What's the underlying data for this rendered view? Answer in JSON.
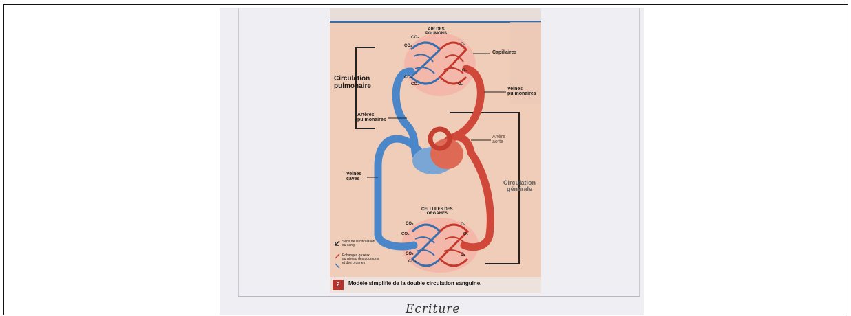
{
  "diagram": {
    "air_poumons": "AIR DES\nPOUMONS",
    "capillaires": "Capillaires",
    "circulation_pulmonaire": "Circulation\npulmonaire",
    "veines_pulmonaires": "Veines\npulmonaires",
    "arteres_pulmonaires": "Artères\npulmonaires",
    "artere_aorte": "Artère\naorte",
    "veines_caves": "Veines\ncaves",
    "circulation_generale": "Circulation\ngénérale",
    "cellules_organes": "CELLULES DES\nORGANES",
    "co2": "CO₂",
    "o2": "O₂",
    "legend_sens": "Sens de la circulation\ndu sang",
    "legend_echanges": "Échanges gazeux\nau niveau des poumons\net des organes",
    "caption_number": "2",
    "caption": "Modèle simplifié de la double circulation sanguine."
  },
  "handwriting": "Ecriture",
  "colors": {
    "venous": "#4a86c8",
    "arterial": "#d0483a",
    "background": "#f0cdb8"
  }
}
